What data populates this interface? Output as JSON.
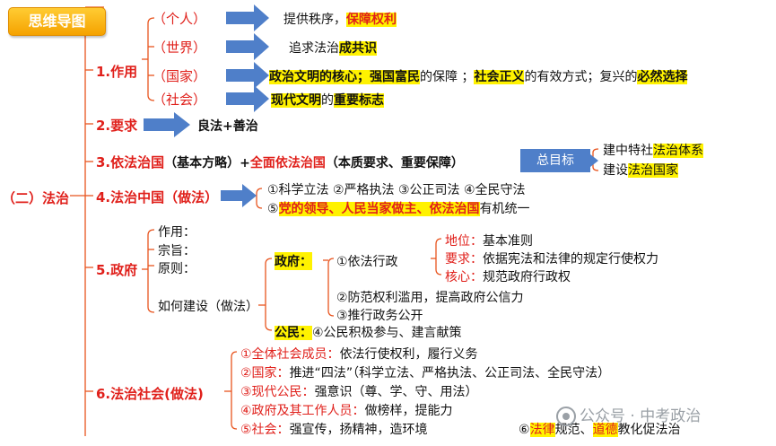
{
  "title": "思维导图",
  "root": "（二）法治",
  "s1": {
    "label": "1.作用",
    "items": [
      {
        "tag": "（个人）",
        "pre": "提供秩序，",
        "hl": "保障权利"
      },
      {
        "tag": "（世界）",
        "pre": "追求法治",
        "hl": "成共识"
      },
      {
        "tag": "（国家）",
        "a": "政治文明的核心；强国富民",
        "b": "的保障 ；",
        "c": "社会正义",
        "d": "的有效方式；复兴的",
        "e": "必然选择"
      },
      {
        "tag": "（社会）",
        "hl": "现代文明",
        "mid": "的",
        "hl2": "重要标志"
      }
    ]
  },
  "s2": {
    "label": "2.要求",
    "text": "良法+善治"
  },
  "s3": {
    "label": "3.依法治国",
    "a": "（基本方略）+",
    "b": "全面依法治国",
    "c": "（本质要求、重要保障）",
    "goal": "总目标",
    "g1_pre": "建中特社",
    "g1_hl": "法治体系",
    "g2_pre": "建设",
    "g2_hl": "法治国家"
  },
  "s4": {
    "label": "4.法治中国（做法）",
    "line1": "①科学立法   ②严格执法   ③公正司法   ④全民守法",
    "l2_num": "⑤",
    "l2_hl": "党的领导、人民当家做主、依法治国",
    "l2_end": "有机统一"
  },
  "s5": {
    "label": "5.政府",
    "role": "作用：",
    "purpose": "宗旨：",
    "principle": "原则：",
    "how": "如何建设（做法）",
    "gov": "政府：",
    "p1": "①依法行政",
    "pos_k": "地位：",
    "pos_v": "基本准则",
    "req_k": "要求：",
    "req_v": "依据宪法和法律的规定行使权力",
    "core_k": "核心：",
    "core_v": "规范政府行政权",
    "p2": "②防范权利滥用，提高政府公信力",
    "p3": "③推行政务公开",
    "citizen": "公民：",
    "p4": "④公民积极参与、建言献策"
  },
  "s6": {
    "label": "6.法治社会(做法)",
    "i1_k": "①全体社会成员：",
    "i1_v": "依法行使权利，履行义务",
    "i2_k": "②国家：",
    "i2_v": "推进“四法”（科学立法、严格执法、公正司法、全民守法）",
    "i3_k": "③现代公民：",
    "i3_v": "强意识（尊、学、守、用法）",
    "i4_k": "④政府及其工作人员：",
    "i4_v": "做榜样，提能力",
    "i5_k": "⑤社会：",
    "i5_v": "强宣传，扬精神，造环境",
    "i6_num": "⑥",
    "i6_a": "法律",
    "i6_b": "规范、",
    "i6_c": "道德",
    "i6_d": "教化促法治"
  },
  "watermark": "公众号 · 中考政治"
}
